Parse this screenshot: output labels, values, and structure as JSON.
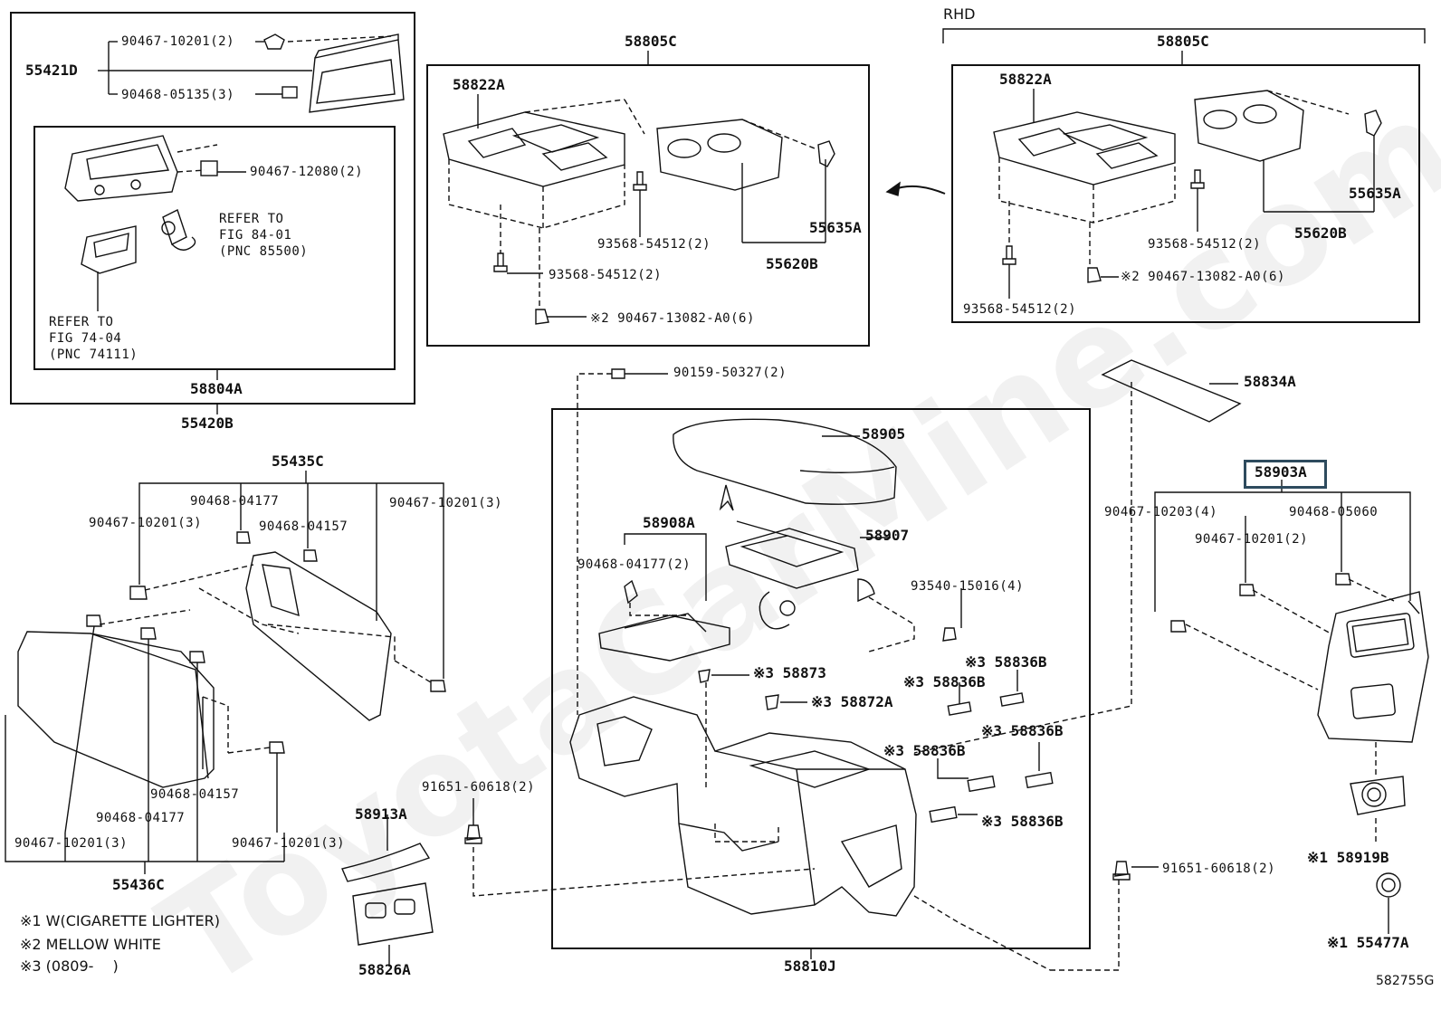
{
  "diagram": {
    "watermark": "ToyotaCarMine.com",
    "corner_code": "582755G",
    "rhd_label": "RHD",
    "notes": [
      "※1 W(CIGARETTE LIGHTER)",
      "※2 MELLOW WHITE",
      "※3 (0809-　 )"
    ],
    "groups": {
      "55420B": "55420B",
      "58804A": "58804A",
      "58805C_lhd": "58805C",
      "58805C_rhd": "58805C",
      "55435C": "55435C",
      "55436C": "55436C",
      "58810J": "58810J",
      "58903A": "58903A",
      "58908A": "58908A"
    },
    "parts": {
      "p55421D": "55421D",
      "p90467_10201_2_top": "90467-10201(2)",
      "p90468_05135_3": "90468-05135(3)",
      "p90467_12080_2": "90467-12080(2)",
      "refer_fig84_1": "REFER TO",
      "refer_fig84_2": "FIG 84-01",
      "refer_fig84_3": "(PNC 85500)",
      "refer_fig74_1": "REFER TO",
      "refer_fig74_2": "FIG 74-04",
      "refer_fig74_3": "(PNC 74111)",
      "l_58822A": "58822A",
      "l_93568_a": "93568-54512(2)",
      "l_93568_b": "93568-54512(2)",
      "l_55635A": "55635A",
      "l_55620B": "55620B",
      "l_90467_13082": "※2 90467-13082-A0(6)",
      "r_58822A": "58822A",
      "r_55635A": "55635A",
      "r_93568_a": "93568-54512(2)",
      "r_55620B": "55620B",
      "r_90467_13082": "※2 90467-13082-A0(6)",
      "r_93568_b": "93568-54512(2)",
      "p90159_50327": "90159-50327(2)",
      "p58834A": "58834A",
      "p58905": "58905",
      "p58907": "58907",
      "p90468_04177_2": "90468-04177(2)",
      "p93540_15016": "93540-15016(4)",
      "p58836B_1": "※3 58836B",
      "p58836B_2": "※3 58836B",
      "p58836B_3": "※3 58836B",
      "p58836B_4": "※3 58836B",
      "p58836B_5": "※3 58836B",
      "p58873": "※3 58873",
      "p58872A": "※3 58872A",
      "p91651_60618_a": "91651-60618(2)",
      "p91651_60618_b": "91651-60618(2)",
      "p90468_04177_a": "90468-04177",
      "p90467_10201_3_a": "90467-10201(3)",
      "p90468_04157_a": "90468-04157",
      "p90467_10201_3_b": "90467-10201(3)",
      "p90468_04157_b": "90468-04157",
      "p90468_04177_b": "90468-04177",
      "p90467_10201_3_c": "90467-10201(3)",
      "p90467_10201_3_d": "90467-10201(3)",
      "p58913A": "58913A",
      "p58826A": "58826A",
      "p90467_10203_4": "90467-10203(4)",
      "p90468_05060": "90468-05060",
      "p90467_10201_2_r": "90467-10201(2)",
      "p58919B": "※1 58919B",
      "p55477A": "※1 55477A"
    }
  }
}
